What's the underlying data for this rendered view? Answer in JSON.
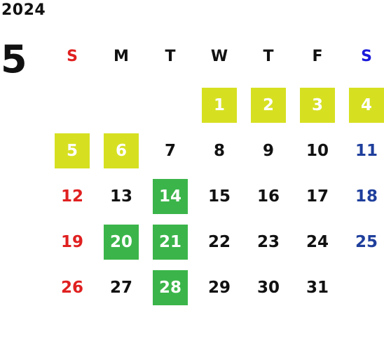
{
  "calendar": {
    "year": "2024",
    "month": "5"
  },
  "colors": {
    "sunday": "#e02020",
    "saturday": "#1f3f9c",
    "saturday_header": "#1a1adb",
    "weekday": "#111111",
    "highlight_yellow": "#d6e021",
    "highlight_green": "#3bb54a"
  },
  "weekdays": [
    "S",
    "M",
    "T",
    "W",
    "T",
    "F",
    "S"
  ],
  "weeks": [
    [
      {
        "day": "",
        "highlight": ""
      },
      {
        "day": "",
        "highlight": ""
      },
      {
        "day": "",
        "highlight": ""
      },
      {
        "day": "1",
        "highlight": "yellow"
      },
      {
        "day": "2",
        "highlight": "yellow"
      },
      {
        "day": "3",
        "highlight": "yellow"
      },
      {
        "day": "4",
        "highlight": "yellow"
      }
    ],
    [
      {
        "day": "5",
        "highlight": "yellow"
      },
      {
        "day": "6",
        "highlight": "yellow"
      },
      {
        "day": "7",
        "highlight": ""
      },
      {
        "day": "8",
        "highlight": ""
      },
      {
        "day": "9",
        "highlight": ""
      },
      {
        "day": "10",
        "highlight": ""
      },
      {
        "day": "11",
        "highlight": ""
      }
    ],
    [
      {
        "day": "12",
        "highlight": ""
      },
      {
        "day": "13",
        "highlight": ""
      },
      {
        "day": "14",
        "highlight": "green"
      },
      {
        "day": "15",
        "highlight": ""
      },
      {
        "day": "16",
        "highlight": ""
      },
      {
        "day": "17",
        "highlight": ""
      },
      {
        "day": "18",
        "highlight": ""
      }
    ],
    [
      {
        "day": "19",
        "highlight": ""
      },
      {
        "day": "20",
        "highlight": "green"
      },
      {
        "day": "21",
        "highlight": "green"
      },
      {
        "day": "22",
        "highlight": ""
      },
      {
        "day": "23",
        "highlight": ""
      },
      {
        "day": "24",
        "highlight": ""
      },
      {
        "day": "25",
        "highlight": ""
      }
    ],
    [
      {
        "day": "26",
        "highlight": ""
      },
      {
        "day": "27",
        "highlight": ""
      },
      {
        "day": "28",
        "highlight": "green"
      },
      {
        "day": "29",
        "highlight": ""
      },
      {
        "day": "30",
        "highlight": ""
      },
      {
        "day": "31",
        "highlight": ""
      },
      {
        "day": "",
        "highlight": ""
      }
    ]
  ]
}
